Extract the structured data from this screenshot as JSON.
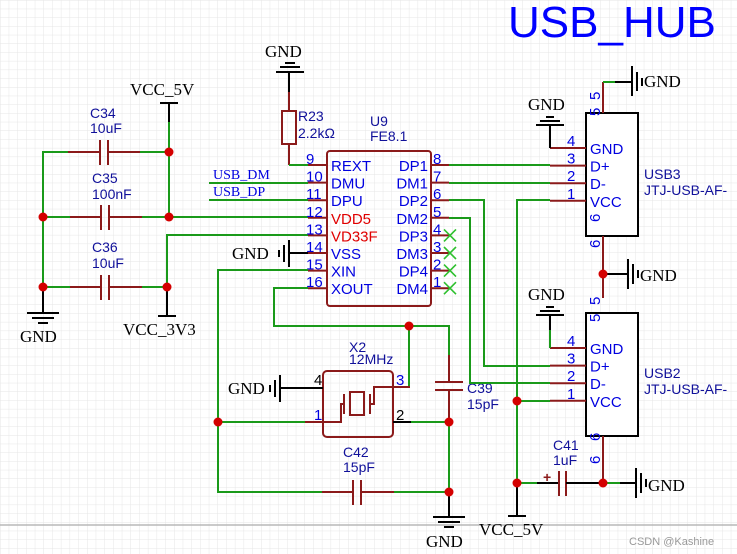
{
  "title": "USB_HUB",
  "watermark": "CSDN @Kashine",
  "colors": {
    "wire": "#1a9a1a",
    "pin": "#8b1a1a",
    "junction": "#d40000",
    "label_blue": "#0000e0",
    "power_pin_red": "#e00000",
    "title_blue": "#0000ff",
    "no_connect": "#2ec02e"
  },
  "nets": {
    "vcc_5v": "VCC_5V",
    "vcc_3v3": "VCC_3V3",
    "gnd": "GND",
    "usb_dm": "USB_DM",
    "usb_dp": "USB_DP"
  },
  "components": {
    "c34": {
      "ref": "C34",
      "value": "10uF"
    },
    "c35": {
      "ref": "C35",
      "value": "100nF"
    },
    "c36": {
      "ref": "C36",
      "value": "10uF"
    },
    "r23": {
      "ref": "R23",
      "value": "2.2kΩ"
    },
    "c39": {
      "ref": "C39",
      "value": "15pF"
    },
    "c42": {
      "ref": "C42",
      "value": "15pF"
    },
    "c41": {
      "ref": "C41",
      "value": "1uF",
      "polarity": "+"
    },
    "x2": {
      "ref": "X2",
      "value": "12MHz",
      "pins": [
        "4",
        "1",
        "3",
        "2"
      ]
    },
    "u9": {
      "ref": "U9",
      "value": "FE8.1",
      "left_pins": [
        {
          "num": "9",
          "name": "REXT"
        },
        {
          "num": "10",
          "name": "DMU"
        },
        {
          "num": "11",
          "name": "DPU"
        },
        {
          "num": "12",
          "name": "VDD5",
          "power": true
        },
        {
          "num": "13",
          "name": "VD33F",
          "power": true
        },
        {
          "num": "14",
          "name": "VSS"
        },
        {
          "num": "15",
          "name": "XIN"
        },
        {
          "num": "16",
          "name": "XOUT"
        }
      ],
      "right_pins": [
        {
          "num": "8",
          "name": "DP1"
        },
        {
          "num": "7",
          "name": "DM1"
        },
        {
          "num": "6",
          "name": "DP2"
        },
        {
          "num": "5",
          "name": "DM2"
        },
        {
          "num": "4",
          "name": "DP3",
          "nc": true
        },
        {
          "num": "3",
          "name": "DM3",
          "nc": true
        },
        {
          "num": "2",
          "name": "DP4",
          "nc": true
        },
        {
          "num": "1",
          "name": "DM4",
          "nc": true
        }
      ]
    },
    "usb3": {
      "ref": "USB3",
      "value": "JTJ-USB-AF-",
      "pins": [
        {
          "num": "4",
          "name": "GND"
        },
        {
          "num": "3",
          "name": "D+"
        },
        {
          "num": "2",
          "name": "D-"
        },
        {
          "num": "1",
          "name": "VCC"
        }
      ],
      "shield_top": "5",
      "shield_bottom": "6"
    },
    "usb2": {
      "ref": "USB2",
      "value": "JTJ-USB-AF-",
      "pins": [
        {
          "num": "4",
          "name": "GND"
        },
        {
          "num": "3",
          "name": "D+"
        },
        {
          "num": "2",
          "name": "D-"
        },
        {
          "num": "1",
          "name": "VCC"
        }
      ],
      "shield_top": "5",
      "shield_bottom": "6"
    }
  }
}
